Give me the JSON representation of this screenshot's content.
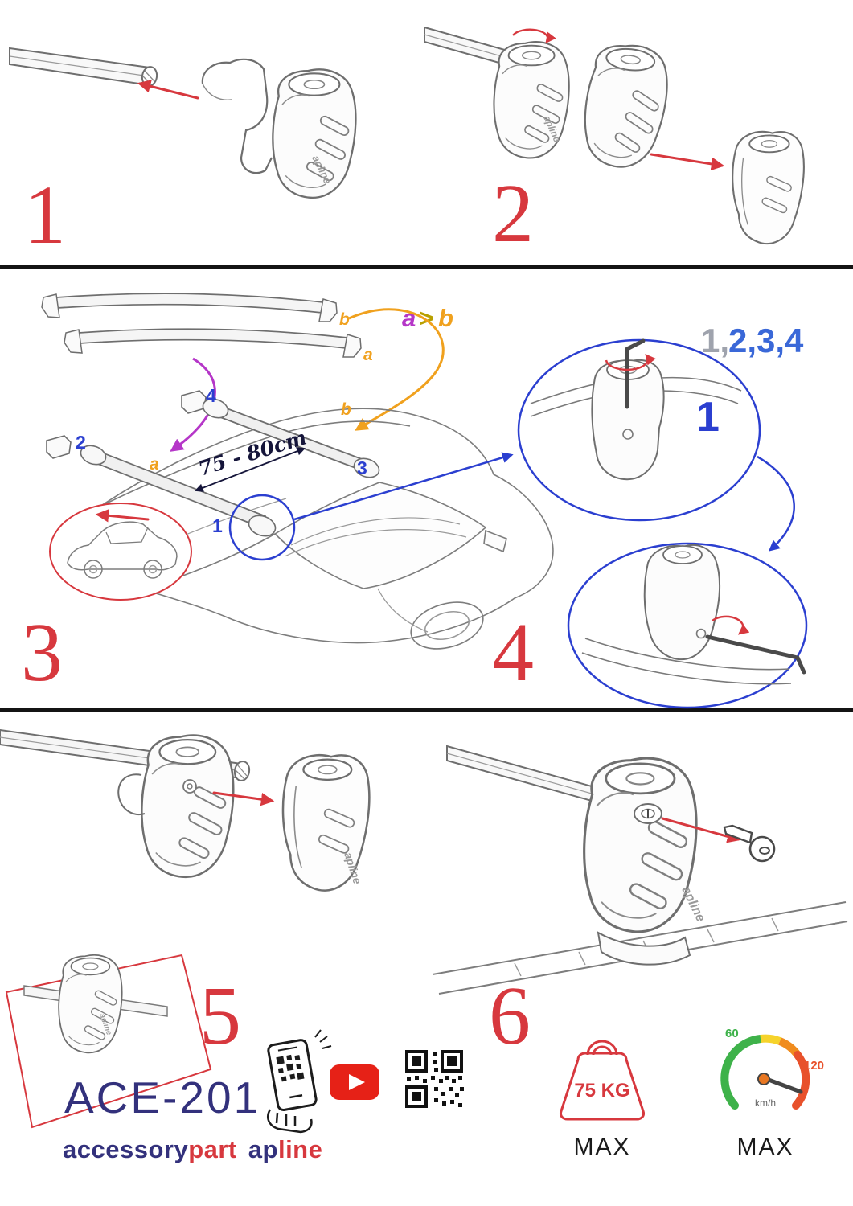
{
  "colors": {
    "step_red": "#d7383e",
    "annotation_blue": "#2b3fd0",
    "orange": "#f0a11e",
    "magenta": "#b536c8",
    "olive_gt": "#b8a000",
    "navy": "#33317c",
    "youtube_red": "#e62117",
    "gauge_green": "#3eb24a",
    "gauge_red": "#e8512b"
  },
  "steps": [
    {
      "number": "1"
    },
    {
      "number": "2"
    },
    {
      "number": "3"
    },
    {
      "number": "4"
    },
    {
      "number": "5"
    },
    {
      "number": "6"
    }
  ],
  "step3": {
    "bar_label_b": "b",
    "bar_label_a": "a",
    "compare_a": "a",
    "compare_gt": ">",
    "compare_b": "b",
    "measurement": "75 - 80cm",
    "roof_label_1": "1",
    "roof_label_2": "2",
    "roof_label_3": "3",
    "roof_label_4": "4",
    "roof_label_a": "a",
    "roof_label_b": "b"
  },
  "step4": {
    "sequence_gray": "1,",
    "sequence_blue": "2,3,4",
    "closeup_number": "1"
  },
  "product_logo": "apline",
  "branding": {
    "model": "ACE-201",
    "accessory": "accessory",
    "part": "part",
    "ap": "ap",
    "line": "line"
  },
  "limits": {
    "weight_value": "75 KG",
    "weight_max_label": "MAX",
    "speed_60": "60",
    "speed_120": "120",
    "speed_unit": "km/h",
    "speed_max_label": "MAX"
  }
}
